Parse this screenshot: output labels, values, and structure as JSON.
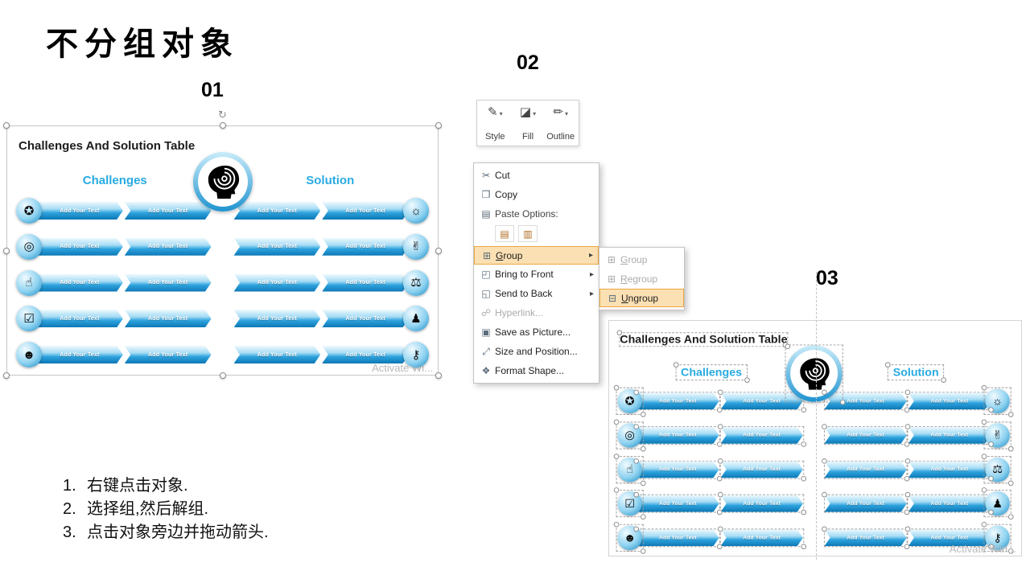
{
  "page": {
    "title": "不分组对象",
    "step1": "01",
    "step2": "02",
    "step3": "03",
    "watermark1": "Activate Wi...",
    "watermark2": "Activate Win..."
  },
  "icons": {
    "rotate": "↻"
  },
  "instructions": {
    "n1": "1.",
    "t1": "右键点击对象.",
    "n2": "2.",
    "t2": "选择组,然后解组.",
    "n3": "3.",
    "t3": "点击对象旁边并拖动箭头."
  },
  "table": {
    "title": "Challenges And Solution Table",
    "left_header": "Challenges",
    "right_header": "Solution",
    "cell_text": "Add Your Text",
    "left_icons": [
      "✪",
      "◎",
      "☝",
      "☑",
      "☻"
    ],
    "right_icons": [
      "☼",
      "✌",
      "⚖",
      "♟",
      "⚷"
    ]
  },
  "toolbar": {
    "style_label": "Style",
    "style_icon": "✎",
    "fill_label": "Fill",
    "fill_icon": "◪",
    "outline_label": "Outline",
    "outline_icon": "✏",
    "caret": "▾"
  },
  "menu": {
    "items": [
      {
        "label": "Cut",
        "icon": "✂"
      },
      {
        "label": "Copy",
        "icon": "❐"
      },
      {
        "label": "Paste Options:",
        "icon": "▤"
      },
      {
        "label": "Group",
        "icon": "⊞"
      },
      {
        "label": "Bring to Front",
        "icon": "◰"
      },
      {
        "label": "Send to Back",
        "icon": "◱"
      },
      {
        "label": "Hyperlink...",
        "icon": "☍"
      },
      {
        "label": "Save as Picture...",
        "icon": "▣"
      },
      {
        "label": "Size and Position...",
        "icon": "⤢"
      },
      {
        "label": "Format Shape...",
        "icon": "❖"
      }
    ],
    "paste_icons": [
      "▤",
      "▥"
    ],
    "submenu_arrow": "▸",
    "submenu": [
      {
        "label": "Group",
        "icon": "⊞"
      },
      {
        "label": "Regroup",
        "icon": "⊞"
      },
      {
        "label": "Ungroup",
        "icon": "⊟"
      }
    ]
  }
}
